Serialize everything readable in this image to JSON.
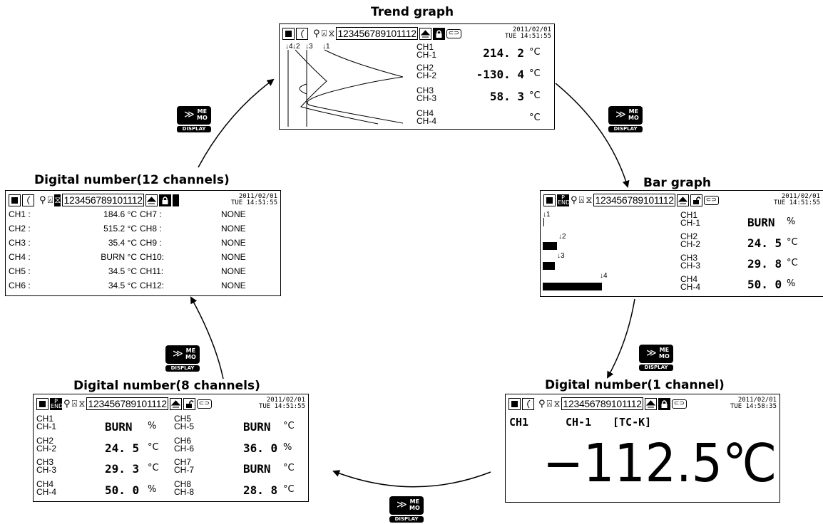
{
  "memo_button": {
    "memo_top": "ME",
    "memo_bottom": "MO",
    "display_label": "DISPLAY",
    "chevron": "≫"
  },
  "status_bar": {
    "channel_numbers": "123456789101112",
    "date": "2011/02/01",
    "time_a": "TUE 14:51:55",
    "time_b": "TUE 14:58:35",
    "pend_top": "P",
    "pend_bottom": "END"
  },
  "trend": {
    "title": "Trend graph",
    "pointer_labels": [
      "↓4",
      "↓2",
      "↓3",
      "↓1"
    ],
    "channels": [
      {
        "ch": "CH1",
        "name": "CH-1",
        "value": "214. 2",
        "unit": "°C"
      },
      {
        "ch": "CH2",
        "name": "CH-2",
        "value": "-130. 4",
        "unit": "°C"
      },
      {
        "ch": "CH3",
        "name": "CH-3",
        "value": "58. 3",
        "unit": "°C"
      },
      {
        "ch": "CH4",
        "name": "CH-4",
        "value": "",
        "unit": "°C"
      }
    ]
  },
  "bar": {
    "title": "Bar graph",
    "bar_fractions": [
      0.0,
      0.12,
      0.1,
      0.5
    ],
    "pointer_labels": [
      "↓1",
      "↓2",
      "↓3",
      "↓4"
    ],
    "channels": [
      {
        "ch": "CH1",
        "name": "CH-1",
        "value": "BURN",
        "unit": "%"
      },
      {
        "ch": "CH2",
        "name": "CH-2",
        "value": "24. 5",
        "unit": "°C"
      },
      {
        "ch": "CH3",
        "name": "CH-3",
        "value": "29. 8",
        "unit": "°C"
      },
      {
        "ch": "CH4",
        "name": "CH-4",
        "value": "50. 0",
        "unit": "%"
      }
    ]
  },
  "d1": {
    "title": "Digital number(1 channel)",
    "ch": "CH1",
    "name": "CH-1",
    "type": "[TC-K]",
    "value": "−112.5℃"
  },
  "d8": {
    "title": "Digital number(8 channels)",
    "channels": [
      {
        "ch": "CH1",
        "name": "CH-1",
        "value": "BURN",
        "unit": "%"
      },
      {
        "ch": "CH2",
        "name": "CH-2",
        "value": "24. 5",
        "unit": "°C"
      },
      {
        "ch": "CH3",
        "name": "CH-3",
        "value": "29. 3",
        "unit": "°C"
      },
      {
        "ch": "CH4",
        "name": "CH-4",
        "value": "50. 0",
        "unit": "%"
      },
      {
        "ch": "CH5",
        "name": "CH-5",
        "value": "BURN",
        "unit": "°C"
      },
      {
        "ch": "CH6",
        "name": "CH-6",
        "value": "36. 0",
        "unit": "%"
      },
      {
        "ch": "CH7",
        "name": "CH-7",
        "value": "BURN",
        "unit": "°C"
      },
      {
        "ch": "CH8",
        "name": "CH-8",
        "value": "28. 8",
        "unit": "°C"
      }
    ]
  },
  "d12": {
    "title": "Digital number(12 channels)",
    "rows": [
      {
        "l": "CH1 :",
        "lv": "184.6 °C",
        "r": "CH7 :",
        "rv": "NONE"
      },
      {
        "l": "CH2 :",
        "lv": "515.2 °C",
        "r": "CH8 :",
        "rv": "NONE"
      },
      {
        "l": "CH3 :",
        "lv": "35.4 °C",
        "r": "CH9 :",
        "rv": "NONE"
      },
      {
        "l": "CH4 :",
        "lv": "BURN °C",
        "r": "CH10:",
        "rv": "NONE"
      },
      {
        "l": "CH5 :",
        "lv": "34.5 °C",
        "r": "CH11:",
        "rv": "NONE"
      },
      {
        "l": "CH6 :",
        "lv": "34.5 °C",
        "r": "CH12:",
        "rv": "NONE"
      }
    ]
  }
}
